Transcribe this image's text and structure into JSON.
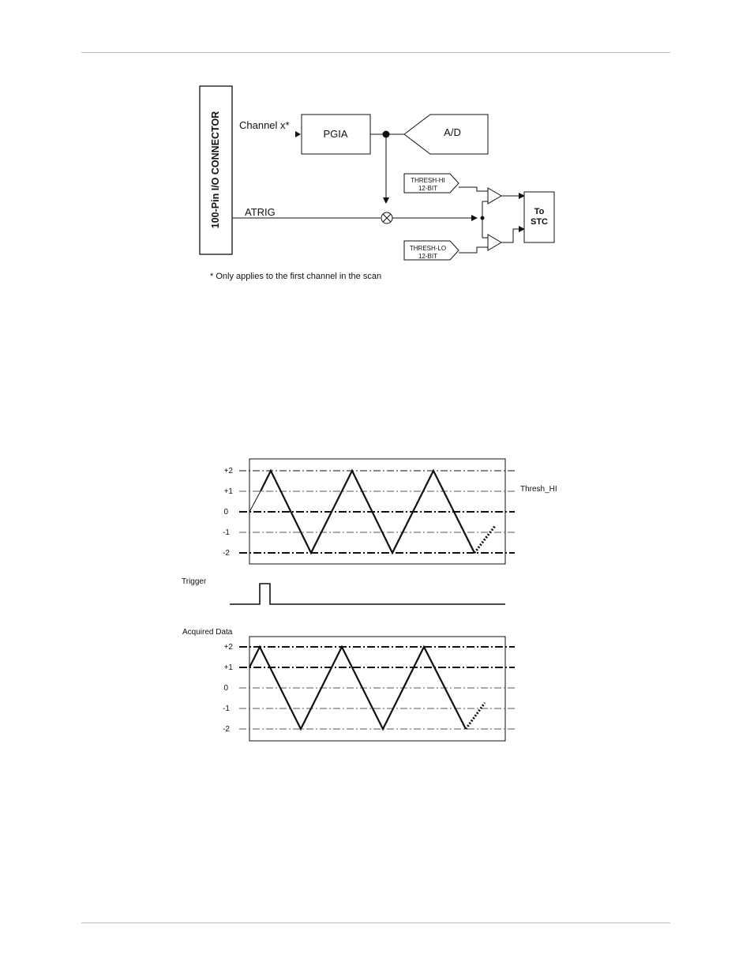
{
  "block_diagram": {
    "connector_label": "100-Pin I/O CONNECTOR",
    "channel_label": "Channel x*",
    "pgia_label": "PGIA",
    "ad_label": "A/D",
    "atrig_label": "ATRIG",
    "thresh_hi_line1": "THRESH-HI",
    "thresh_hi_line2": "12-BIT",
    "thresh_lo_line1": "THRESH-LO",
    "thresh_lo_line2": "12-BIT",
    "stc_line1": "To",
    "stc_line2": "STC",
    "footnote": "* Only applies to the first channel in the scan"
  },
  "timing_diagram": {
    "y_ticks": [
      "+2",
      "+1",
      "0",
      "-1",
      "-2"
    ],
    "thresh_label": "Thresh_HI",
    "trigger_label": "Trigger",
    "acquired_label": "Acquired Data"
  }
}
